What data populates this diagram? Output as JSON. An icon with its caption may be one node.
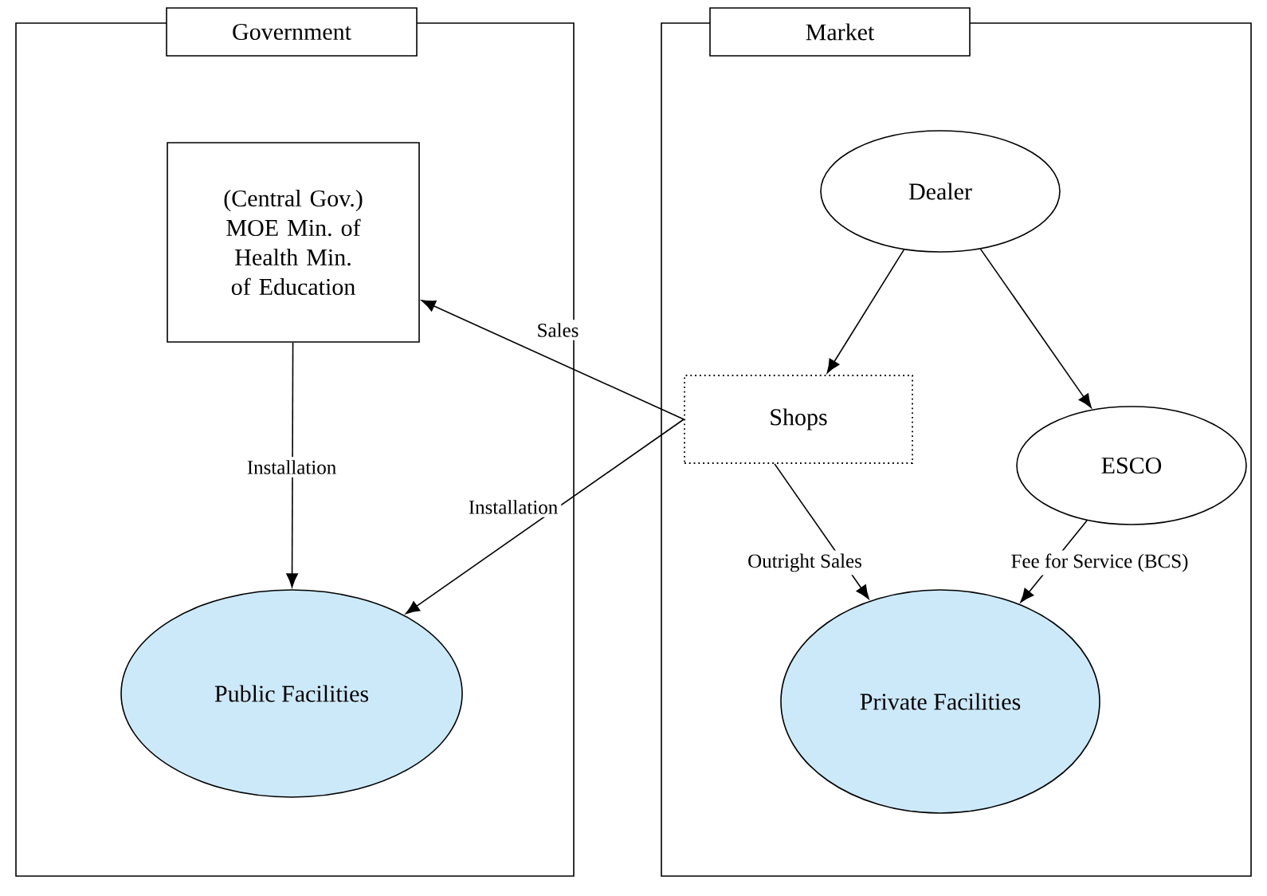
{
  "diagram": {
    "nodes": [
      {
        "text": [
          "Government"
        ]
      },
      {
        "text": [
          "Market"
        ]
      },
      {
        "text": [
          "(Central Gov.) MOE Min. of Health Min. of Education"
        ],
        "in": 0
      },
      {
        "text": [
          "Public Facilities"
        ],
        "in": 0
      },
      {
        "text": [
          "Dealer"
        ],
        "in": 1
      },
      {
        "text": [
          "Shops"
        ],
        "in": 1
      },
      {
        "text": [
          "ESCO"
        ],
        "in": 1
      },
      {
        "text": [
          "Private Facilities"
        ],
        "in": 1
      }
    ],
    "edges": [
      {
        "from": 4,
        "to": 5,
        "arrow": "to"
      },
      {
        "from": 4,
        "to": 6,
        "arrow": "to"
      },
      {
        "from": 5,
        "to": 2,
        "arrow": "to",
        "label": "Sales"
      },
      {
        "from": 5,
        "to": 3,
        "arrow": "to",
        "label": "Installation"
      },
      {
        "from": 2,
        "to": 3,
        "arrow": "to",
        "label": "Installation"
      },
      {
        "from": 5,
        "to": 7,
        "arrow": "to",
        "label": "Outright Sales"
      },
      {
        "from": 6,
        "to": 7,
        "arrow": "to",
        "label": "Fee for Service (BCS)"
      }
    ]
  }
}
